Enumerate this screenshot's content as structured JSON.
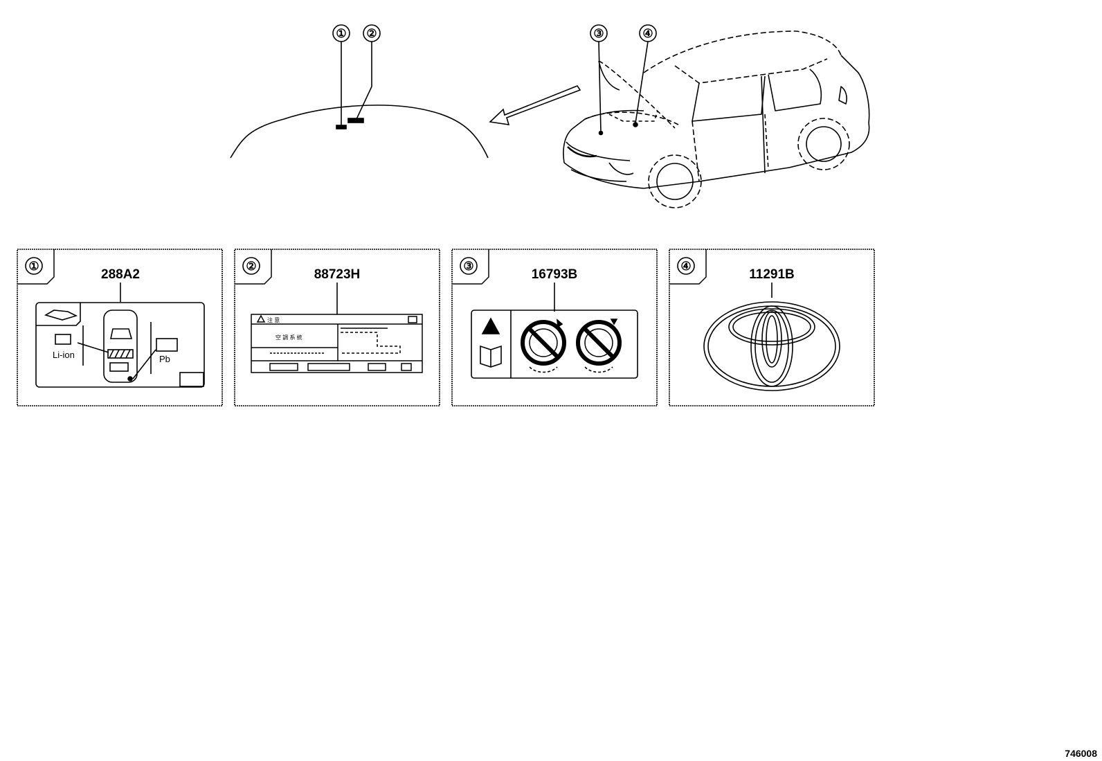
{
  "callouts": [
    "①",
    "②",
    "③",
    "④"
  ],
  "panels": [
    {
      "number": "①",
      "part_no": "288A2",
      "labels": {
        "li_ion": "Li-ion",
        "pb": "Pb"
      }
    },
    {
      "number": "②",
      "part_no": "88723H",
      "labels": {
        "caution": "注 意",
        "system": "空 調 系 統"
      }
    },
    {
      "number": "③",
      "part_no": "16793B"
    },
    {
      "number": "④",
      "part_no": "11291B"
    }
  ],
  "reference": "746008"
}
